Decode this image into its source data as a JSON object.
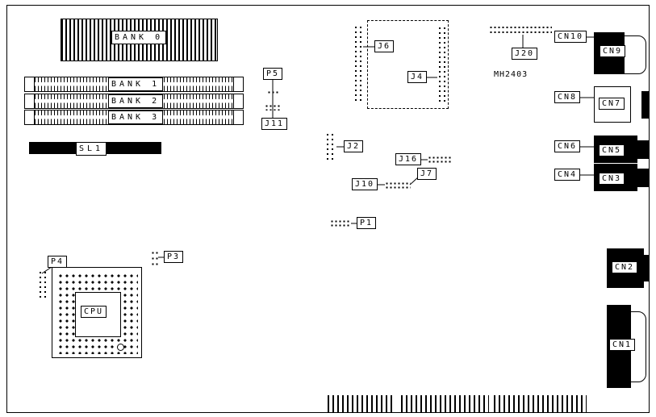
{
  "colors": {
    "ink": "#000000",
    "background": "#ffffff"
  },
  "labels": {
    "bank0": "BANK 0",
    "bank1": "BANK 1",
    "bank2": "BANK 2",
    "bank3": "BANK 3",
    "sl1": "SL1",
    "p5": "P5",
    "j11": "J11",
    "j6": "J6",
    "j4": "J4",
    "j20": "J20",
    "mh2403": "MH2403",
    "cn10": "CN10",
    "cn9": "CN9",
    "cn8": "CN8",
    "cn7": "CN7",
    "cn6": "CN6",
    "cn5": "CN5",
    "cn4": "CN4",
    "cn3": "CN3",
    "cn2": "CN2",
    "cn1": "CN1",
    "j2": "J2",
    "j16": "J16",
    "j7": "J7",
    "j10": "J10",
    "p1": "P1",
    "p3": "P3",
    "p4": "P4",
    "cpu": "CPU"
  }
}
